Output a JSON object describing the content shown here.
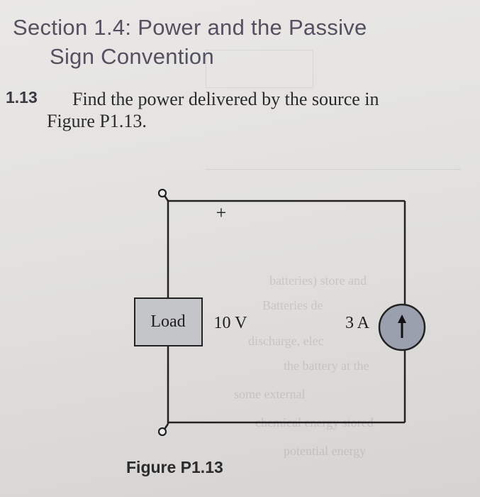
{
  "section": {
    "title_line1": "Section 1.4: Power and the Passive",
    "title_line2": "Sign Convention"
  },
  "problem": {
    "number": "1.13",
    "text_line1": "Find the power delivered by the source in",
    "text_line2": "Figure P1.13."
  },
  "figure": {
    "load_label": "Load",
    "voltage_label": "10 V",
    "plus_sign": "+",
    "minus_sign": "−",
    "current_label": "3 A",
    "caption": "Figure P1.13"
  },
  "colors": {
    "source_fill": "#9aa0ad",
    "load_fill": "#c4c5c9",
    "wire": "#222222"
  }
}
